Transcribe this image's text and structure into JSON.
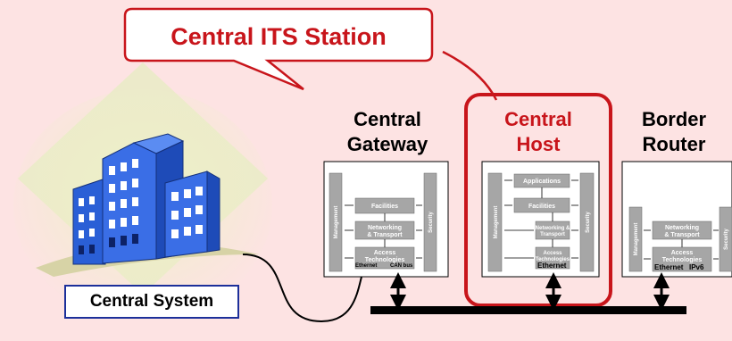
{
  "callout": {
    "label": "Central ITS Station"
  },
  "system": {
    "label": "Central System"
  },
  "nodes": {
    "gateway": {
      "title_line1": "Central",
      "title_line2": "Gateway",
      "management": "Management",
      "security": "Security",
      "facilities": "Facilities",
      "networking_line1": "Networking",
      "networking_line2": "& Transport",
      "access_line1": "Access",
      "access_line2": "Technologies",
      "port1": "Ethernet",
      "port2": "CAN bus"
    },
    "host": {
      "title_line1": "Central",
      "title_line2": "Host",
      "management": "Management",
      "security": "Security",
      "applications": "Applications",
      "facilities": "Facilities",
      "networking_line1": "Networking &",
      "networking_line2": "Transport",
      "access_line1": "Access",
      "access_line2": "Technologies",
      "port1": "Ethernet"
    },
    "router": {
      "title_line1": "Border",
      "title_line2": "Router",
      "management": "Management",
      "security": "Security",
      "networking_line1": "Networking",
      "networking_line2": "& Transport",
      "access_line1": "Access",
      "access_line2": "Technologies",
      "port1": "Ethernet",
      "port2": "IPv6"
    }
  },
  "colors": {
    "background": "#fde3e3",
    "highlight": "#c8151b",
    "layer_fill": "#a6a6a6",
    "building_blue": "#2d5fd8"
  }
}
